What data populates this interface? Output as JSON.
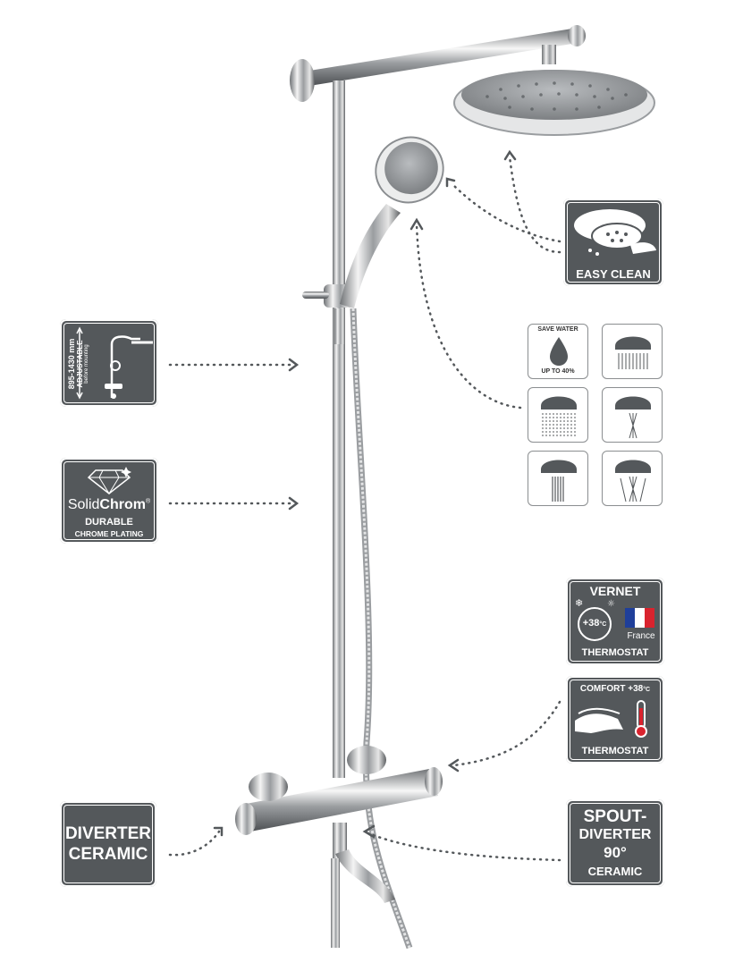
{
  "badges": {
    "easy_clean": "EASY CLEAN",
    "height_range": "895-1430 mm",
    "adjustable": "ADJUSTABLE",
    "mounting": "before mounting",
    "solidchrom_a": "Solid",
    "solidchrom_b": "Chrom",
    "registered": "®",
    "durable": "DURABLE",
    "chrome_plating": "CHROME PLATING",
    "save_water": "SAVE WATER",
    "up_to": "UP TO 40%",
    "vernet": "VERNET",
    "temp_38": "+38",
    "celsius": "°C",
    "france": "France",
    "thermostat_1": "THERMOSTAT",
    "comfort": "COMFORT",
    "comfort_temp": "+38",
    "comfort_unit": "°C",
    "thermostat_2": "THERMOSTAT",
    "diverter_1": "DIVERTER",
    "ceramic_1": "CERAMIC",
    "spout_1": "SPOUT-",
    "diverter_2": "DIVERTER",
    "angle": "90°",
    "ceramic_2": "CERAMIC"
  },
  "spray_icons": [
    "save-water-icon",
    "rain-spray-icon",
    "wide-rain-spray-icon",
    "mist-spray-icon",
    "jet-spray-icon",
    "massage-spray-icon"
  ]
}
